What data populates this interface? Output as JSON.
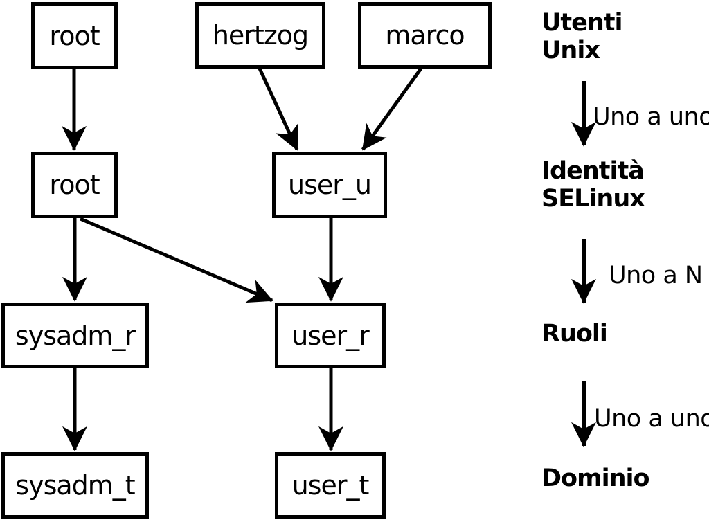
{
  "colors": {
    "ink": "#000000",
    "paper": "#ffffff"
  },
  "diagram": {
    "boxes": [
      {
        "label": "root"
      },
      {
        "label": "hertzog"
      },
      {
        "label": "marco"
      },
      {
        "label": "root"
      },
      {
        "label": "user_u"
      },
      {
        "label": "sysadm_r"
      },
      {
        "label": "user_r"
      },
      {
        "label": "sysadm_t"
      },
      {
        "label": "user_t"
      }
    ],
    "edges": [
      {
        "from": 0,
        "to": 3
      },
      {
        "from": 1,
        "to": 4
      },
      {
        "from": 2,
        "to": 4
      },
      {
        "from": 3,
        "to": 5
      },
      {
        "from": 3,
        "to": 6
      },
      {
        "from": 4,
        "to": 6
      },
      {
        "from": 5,
        "to": 7
      },
      {
        "from": 6,
        "to": 8
      }
    ]
  },
  "legend": {
    "levels": [
      {
        "label": "Utenti\nUnix"
      },
      {
        "label": "Identità\nSELinux"
      },
      {
        "label": "Ruoli"
      },
      {
        "label": "Dominio"
      }
    ],
    "relations": [
      {
        "label": "Uno a uno"
      },
      {
        "label": "Uno a N"
      },
      {
        "label": "Uno a uno"
      }
    ]
  }
}
